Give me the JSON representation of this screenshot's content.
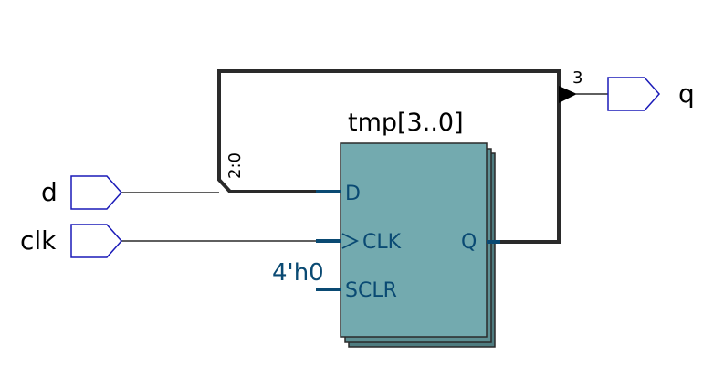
{
  "ports": {
    "inputs": [
      {
        "name": "d"
      },
      {
        "name": "clk"
      }
    ],
    "outputs": [
      {
        "name": "q"
      }
    ]
  },
  "register": {
    "instance_name": "tmp[3..0]",
    "pins": {
      "d": "D",
      "clk": "CLK",
      "sclr": "SCLR",
      "q": "Q"
    },
    "sclr_constant": "4'h0"
  },
  "bus_labels": {
    "slice": "2:0",
    "tap": "3"
  },
  "colors": {
    "block_fill": "#73aaaf",
    "block_shadow": "#4f7c80",
    "pin_wire": "#0a4a73",
    "port_stroke": "#1a1ab8",
    "wire": "#2a2a2a"
  }
}
